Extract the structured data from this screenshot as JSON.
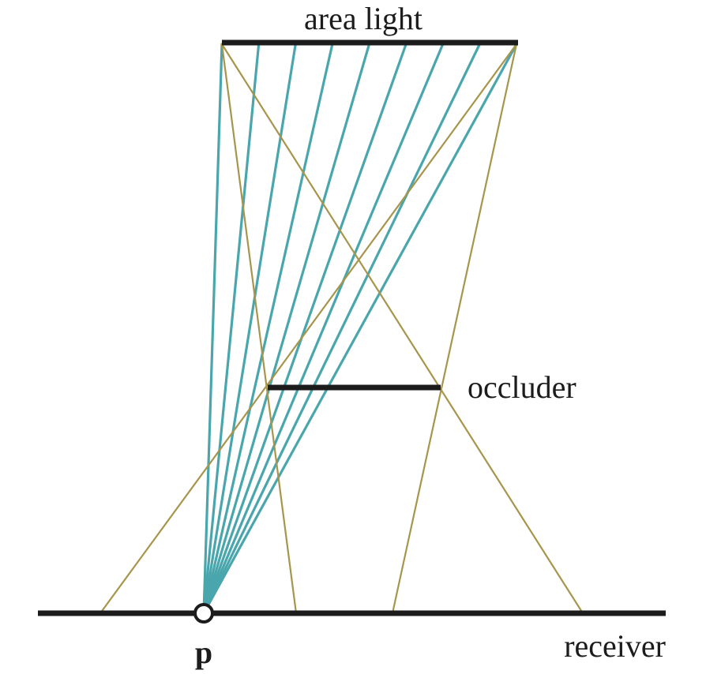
{
  "labels": {
    "light": "area light",
    "occluder": "occluder",
    "point": "p",
    "receiver": "receiver"
  },
  "colors": {
    "ray": "#4aa6ad",
    "bound": "#a8954c",
    "surface": "#1c1c1c"
  },
  "diagram": {
    "sample_ray_count": 9,
    "boundary_ray_count": 4
  }
}
